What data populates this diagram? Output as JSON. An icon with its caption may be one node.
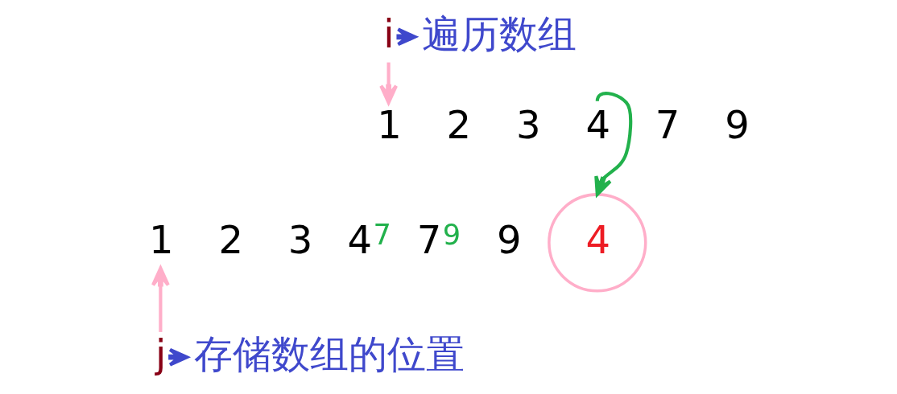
{
  "diagram": {
    "nodes": [
      {
        "text": [
          "i"
        ]
      },
      {
        "text": [
          "遍历数组"
        ]
      },
      {
        "text": [
          "1"
        ]
      },
      {
        "text": [
          "2"
        ]
      },
      {
        "text": [
          "3"
        ]
      },
      {
        "text": [
          "4"
        ]
      },
      {
        "text": [
          "7"
        ]
      },
      {
        "text": [
          "9"
        ]
      },
      {
        "text": [
          "4"
        ]
      },
      {
        "text": [
          "1"
        ]
      },
      {
        "text": [
          "2"
        ]
      },
      {
        "text": [
          "3"
        ]
      },
      {
        "text": [
          "4"
        ],
        "beside": [
          "7"
        ]
      },
      {
        "text": [
          "7"
        ],
        "beside": [
          "9"
        ]
      },
      {
        "text": [
          "9"
        ]
      },
      {
        "text": [
          "j"
        ]
      },
      {
        "text": [
          "存储数组的位置"
        ]
      }
    ],
    "edges": [
      {
        "from": 0,
        "to": 1,
        "arrow": "to",
        "color": "#3f48cc"
      },
      {
        "from": 0,
        "to": 2,
        "arrow": "to",
        "color": "#ffaec9"
      },
      {
        "from": 5,
        "to": 8,
        "arrow": "to",
        "color": "#22b14c"
      },
      {
        "from": 15,
        "to": 9,
        "arrow": "to",
        "color": "#ffaec9"
      },
      {
        "from": 15,
        "to": 16,
        "arrow": "to",
        "color": "#3f48cc"
      }
    ]
  }
}
